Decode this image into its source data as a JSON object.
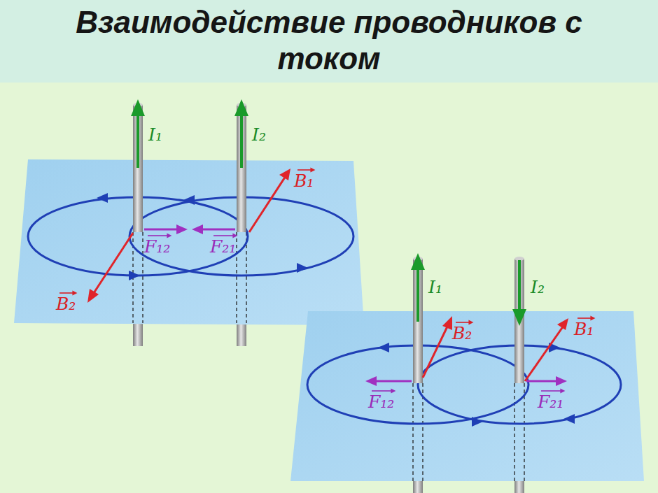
{
  "diagram": {
    "title": "Взаимодействие проводников с током",
    "labels": [
      "I₁",
      "I₂",
      "B₁",
      "B₂",
      "F₁₂",
      "F₂₁",
      "I₁",
      "I₂",
      "B₂",
      "B₁",
      "F₁₂",
      "F₂₁"
    ]
  }
}
